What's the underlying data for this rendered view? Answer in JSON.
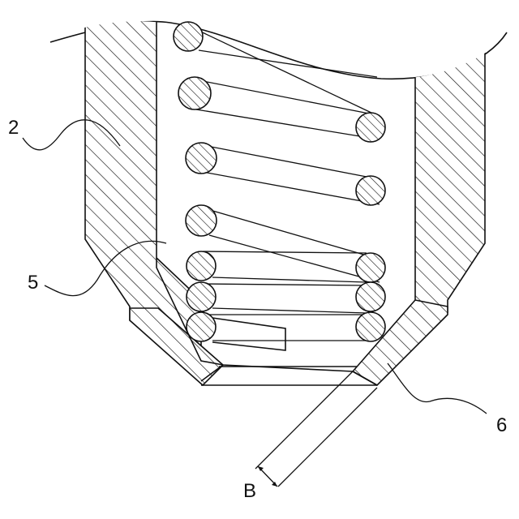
{
  "labels": {
    "part_2": "2",
    "part_5": "5",
    "part_6": "6",
    "dimension_b": "B"
  }
}
